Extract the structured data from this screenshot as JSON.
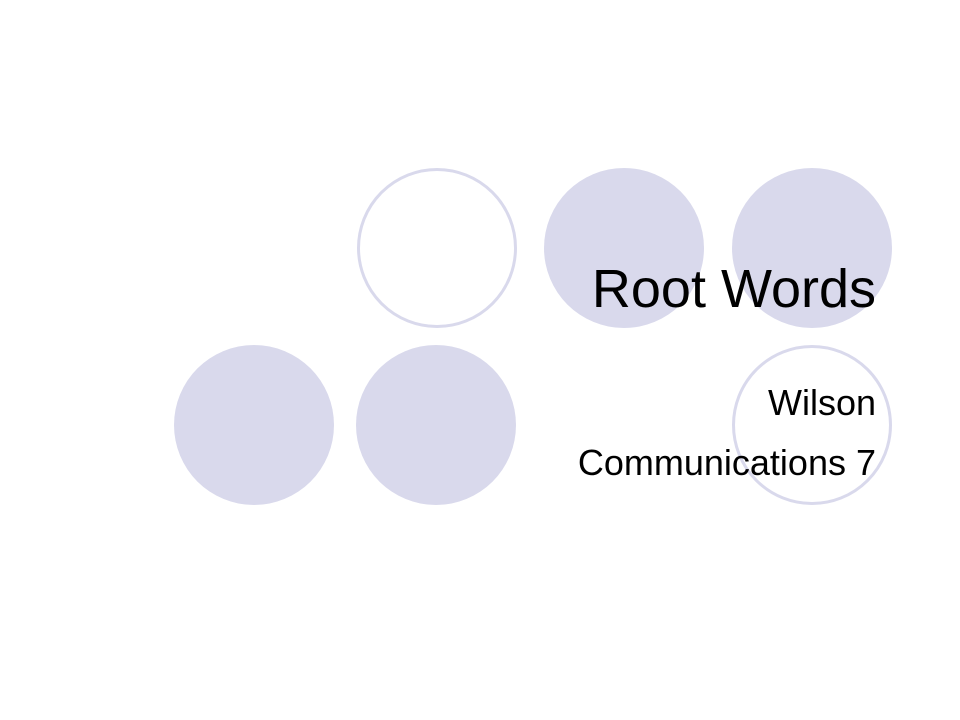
{
  "slide": {
    "title": "Root Words",
    "subtitle_lines": [
      "Wilson",
      "Communications 7"
    ],
    "colors": {
      "background": "#ffffff",
      "circle_fill": "#d9d9ec",
      "circle_outline": "#d9d9ec",
      "text": "#000000"
    }
  }
}
